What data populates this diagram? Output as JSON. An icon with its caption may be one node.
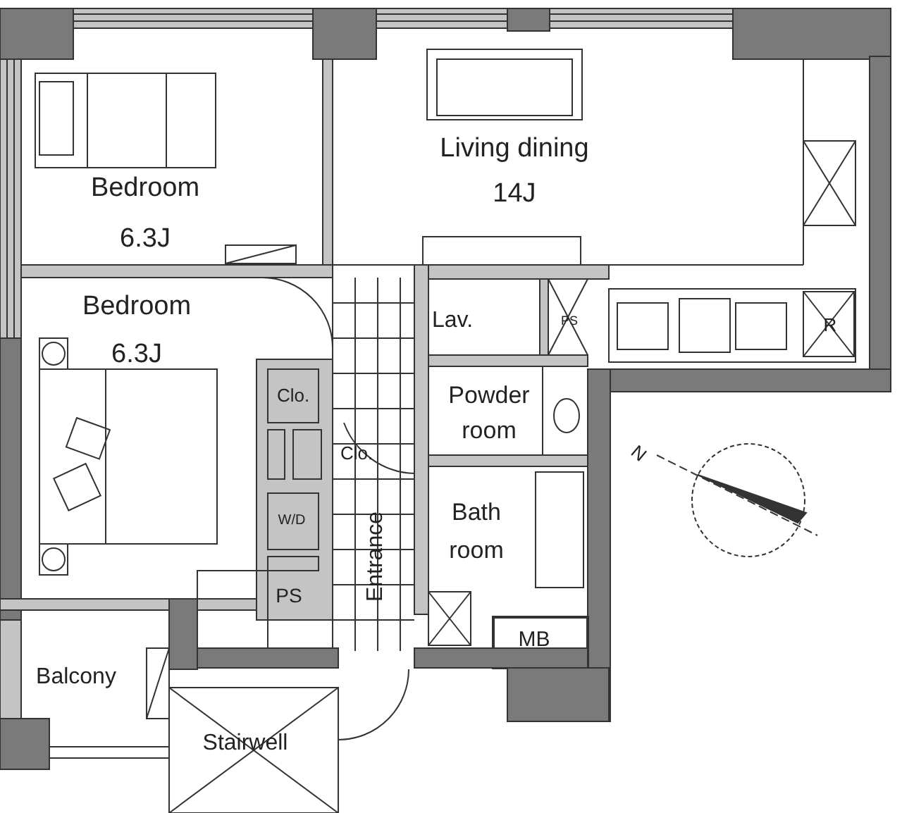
{
  "diagram": {
    "labels": [
      "Bedroom 6.3J",
      "Living dining 14J",
      "Bedroom 6.3J",
      "Lav.",
      "PS",
      "R",
      "Clo.",
      "Powder room",
      "Clo.",
      "N",
      "W/D",
      "Bath room",
      "PS",
      "Entrance",
      "MB",
      "Balcony",
      "Stairwell"
    ]
  }
}
